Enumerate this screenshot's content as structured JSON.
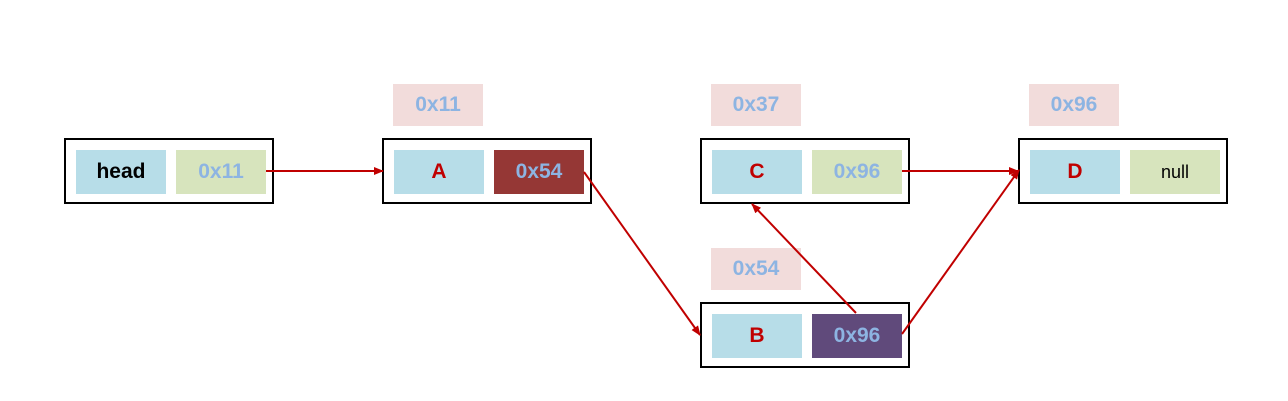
{
  "nodes": {
    "head": {
      "value": "head",
      "next": "0x11"
    },
    "a": {
      "address": "0x11",
      "value": "A",
      "next": "0x54"
    },
    "b": {
      "address": "0x54",
      "value": "B",
      "next": "0x96"
    },
    "c": {
      "address": "0x37",
      "value": "C",
      "next": "0x96"
    },
    "d": {
      "address": "0x96",
      "value": "D",
      "next": "null"
    }
  },
  "colors": {
    "box_border": "#000000",
    "data_cell": "#b7dde8",
    "pointer_cell": "#d7e4bd",
    "pointer_cell_a": "#953735",
    "pointer_cell_b": "#604a7b",
    "address_label_bg": "#f2dcdb",
    "address_text": "#8db4e2",
    "value_text": "#c00000",
    "arrow": "#c00000"
  }
}
